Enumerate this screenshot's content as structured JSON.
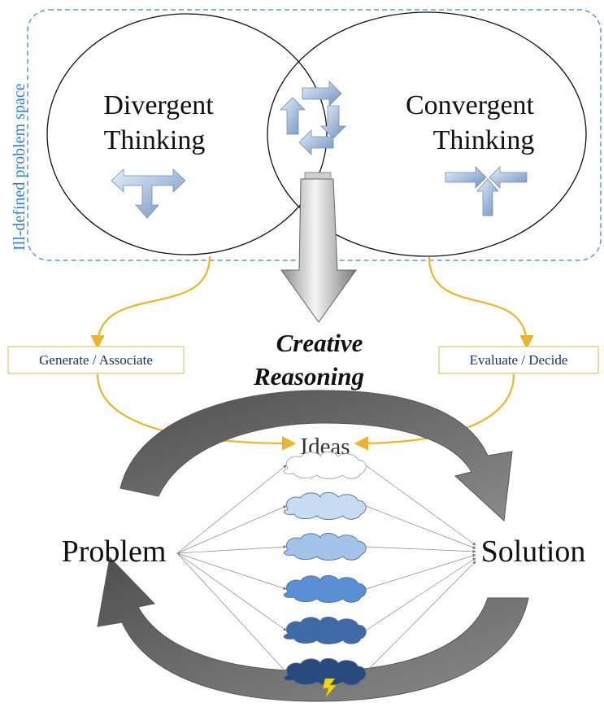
{
  "problem_space_label": "Ill-defined problem space",
  "divergent": {
    "line1": "Divergent",
    "line2": "Thinking"
  },
  "convergent": {
    "line1": "Convergent",
    "line2": "Thinking"
  },
  "generate_label": "Generate / Associate",
  "evaluate_label": "Evaluate / Decide",
  "creative_reasoning": {
    "line1": "Creative",
    "line2": "Reasoning"
  },
  "ideas_label": "Ideas",
  "problem_label": "Problem",
  "solution_label": "Solution",
  "colors": {
    "space_border": "#5b9bd5",
    "curve_arrow": "#e8b530",
    "box_border": "#e8c870",
    "cycle_arrow": "#666666",
    "cloud_1": "#ffffff",
    "cloud_2": "#c7dcf3",
    "cloud_3": "#a4c3ea",
    "cloud_4": "#5a8fd6",
    "cloud_5": "#3f6aa8",
    "cloud_6": "#2a4a7d",
    "lightning": "#f5d21a"
  }
}
